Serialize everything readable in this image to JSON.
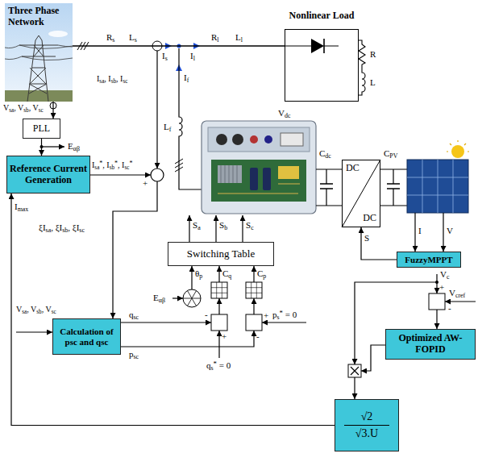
{
  "diagram": {
    "nodes": [
      {
        "text": [
          "Three Phase Network"
        ]
      },
      {
        "text": [
          "Nonlinear Load"
        ]
      },
      {
        "text": [
          "PLL"
        ]
      },
      {
        "text": [
          "Reference Current Generation"
        ]
      },
      {
        "text": [
          "DC",
          "DC"
        ]
      },
      {
        "text": [
          "Switching Table"
        ]
      },
      {
        "text": [
          "FuzzyMPPT"
        ]
      },
      {
        "text": [
          "Calculation of psc and qsc"
        ]
      },
      {
        "text": [
          "Optimized AW-FOPID"
        ]
      },
      {
        "text": [
          "√2",
          "√3.U"
        ]
      }
    ],
    "edges": [
      {
        "from": 0,
        "to": 1,
        "arrow": "none"
      },
      {
        "from": 0,
        "to": 2,
        "label": "Vsa, Vsb, Vsc",
        "arrow": "to"
      },
      {
        "from": 2,
        "to": 3,
        "arrow": "to"
      },
      {
        "from": 6,
        "to": 4,
        "label": "S",
        "arrow": "to"
      },
      {
        "from": 9,
        "to": 3,
        "label": "Imax",
        "arrow": "to"
      }
    ],
    "labels": [
      "Rs",
      "Ls",
      "Is",
      "Il",
      "Rl",
      "Ll",
      "R",
      "L",
      "Isa, Isb, Isc",
      "If",
      "Lf",
      "Vdc",
      "Cdc",
      "CPV",
      "I",
      "V",
      "Eαβ",
      "Isa*, Isb*, Isc*",
      "+",
      "ξIsa, ξIsb, ξIsc",
      "Sa",
      "Sb",
      "Sc",
      "θp",
      "Cq",
      "Cp",
      "Eαβ",
      "Vsa, Vsb, Vsc",
      "qsc",
      "psc",
      "-",
      "+",
      "-",
      "+",
      "qs* = 0",
      "ps* = 0",
      "Vc",
      "Vcref",
      "-",
      "+"
    ]
  }
}
